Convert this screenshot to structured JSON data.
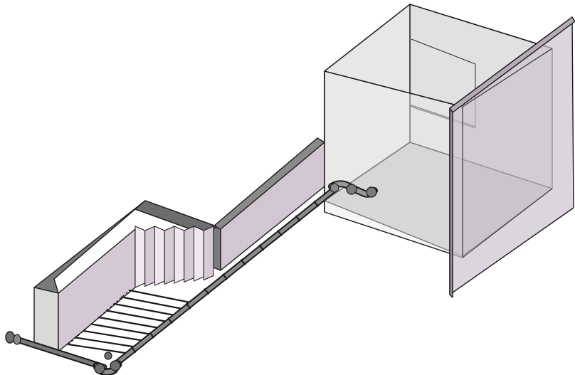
{
  "scene": {
    "kind": "isometric-cad-render",
    "components": [
      {
        "id": "tank-box",
        "icon": "transparent-tank-icon"
      },
      {
        "id": "back-plate",
        "icon": "wall-plate-icon"
      },
      {
        "id": "long-channel-wall",
        "icon": "wall-icon"
      },
      {
        "id": "pipe",
        "icon": "pipe-icon"
      },
      {
        "id": "pipe-elbow-upper",
        "icon": "elbow-fitting-icon"
      },
      {
        "id": "pipe-elbow-lower",
        "icon": "elbow-fitting-icon"
      },
      {
        "id": "pipe-end-flange",
        "icon": "flange-icon"
      },
      {
        "id": "baffle-panels",
        "icon": "baffle-icon"
      },
      {
        "id": "rung-grid",
        "icon": "grating-icon"
      },
      {
        "id": "lower-basin-wall",
        "icon": "wall-icon"
      }
    ],
    "colors": {
      "wall_face": "#d3c6d3",
      "wall_dark": "#707070",
      "wall_top": "#8c8c8c",
      "glass_side": "#e4e2e4",
      "glass_bottom": "#c8c8c8",
      "glass_back": "#dcdcdc",
      "plate": "#cfc3cf",
      "pipe": "#6e6e6e",
      "outline": "#1a1a1a"
    }
  }
}
